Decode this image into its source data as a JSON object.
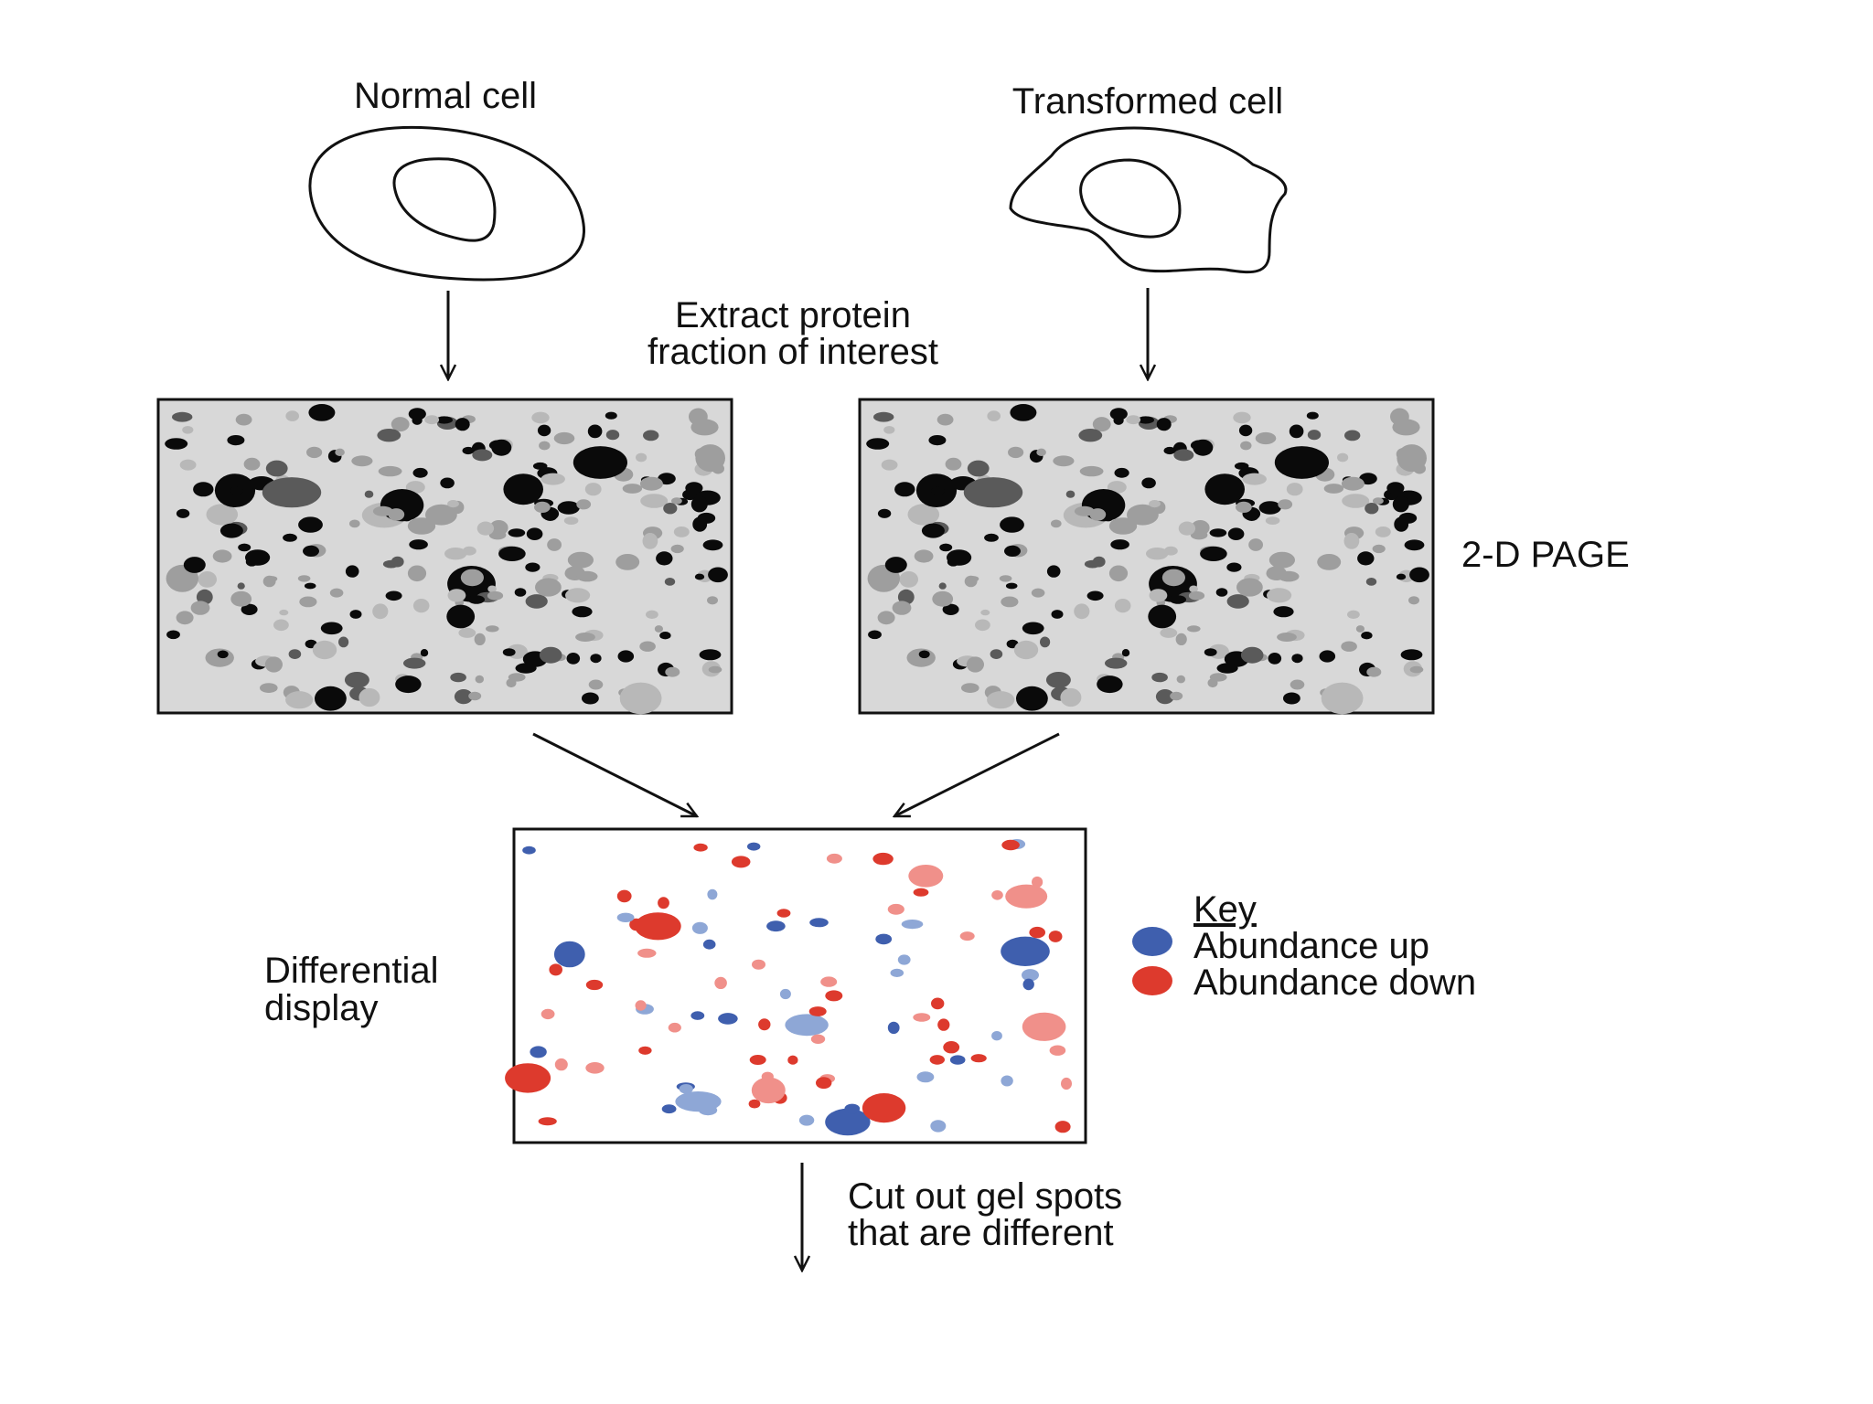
{
  "labels": {
    "normal_cell": "Normal cell",
    "transformed_cell": "Transformed cell",
    "extract_line1": "Extract protein",
    "extract_line2": "fraction of interest",
    "page_2d": "2-D PAGE",
    "differential_line1": "Differential",
    "differential_line2": "display",
    "cut_line1": "Cut out gel spots",
    "cut_line2": "that are different"
  },
  "key": {
    "title": "Key",
    "items": [
      {
        "label": "Abundance up",
        "color": "#3f5fae"
      },
      {
        "label": "Abundance down",
        "color": "#dd3a2d"
      }
    ]
  },
  "colors": {
    "gel_background": "#d8d8d8",
    "spot_black": "#0a0a0a",
    "spot_dark_gray": "#5a5a5a",
    "spot_gray": "#9e9e9e",
    "spot_light_gray": "#b8b8b8",
    "up_dark": "#3f5fae",
    "up_light": "#8ea7d6",
    "down_dark": "#dd3a2d",
    "down_light": "#f0908a"
  }
}
